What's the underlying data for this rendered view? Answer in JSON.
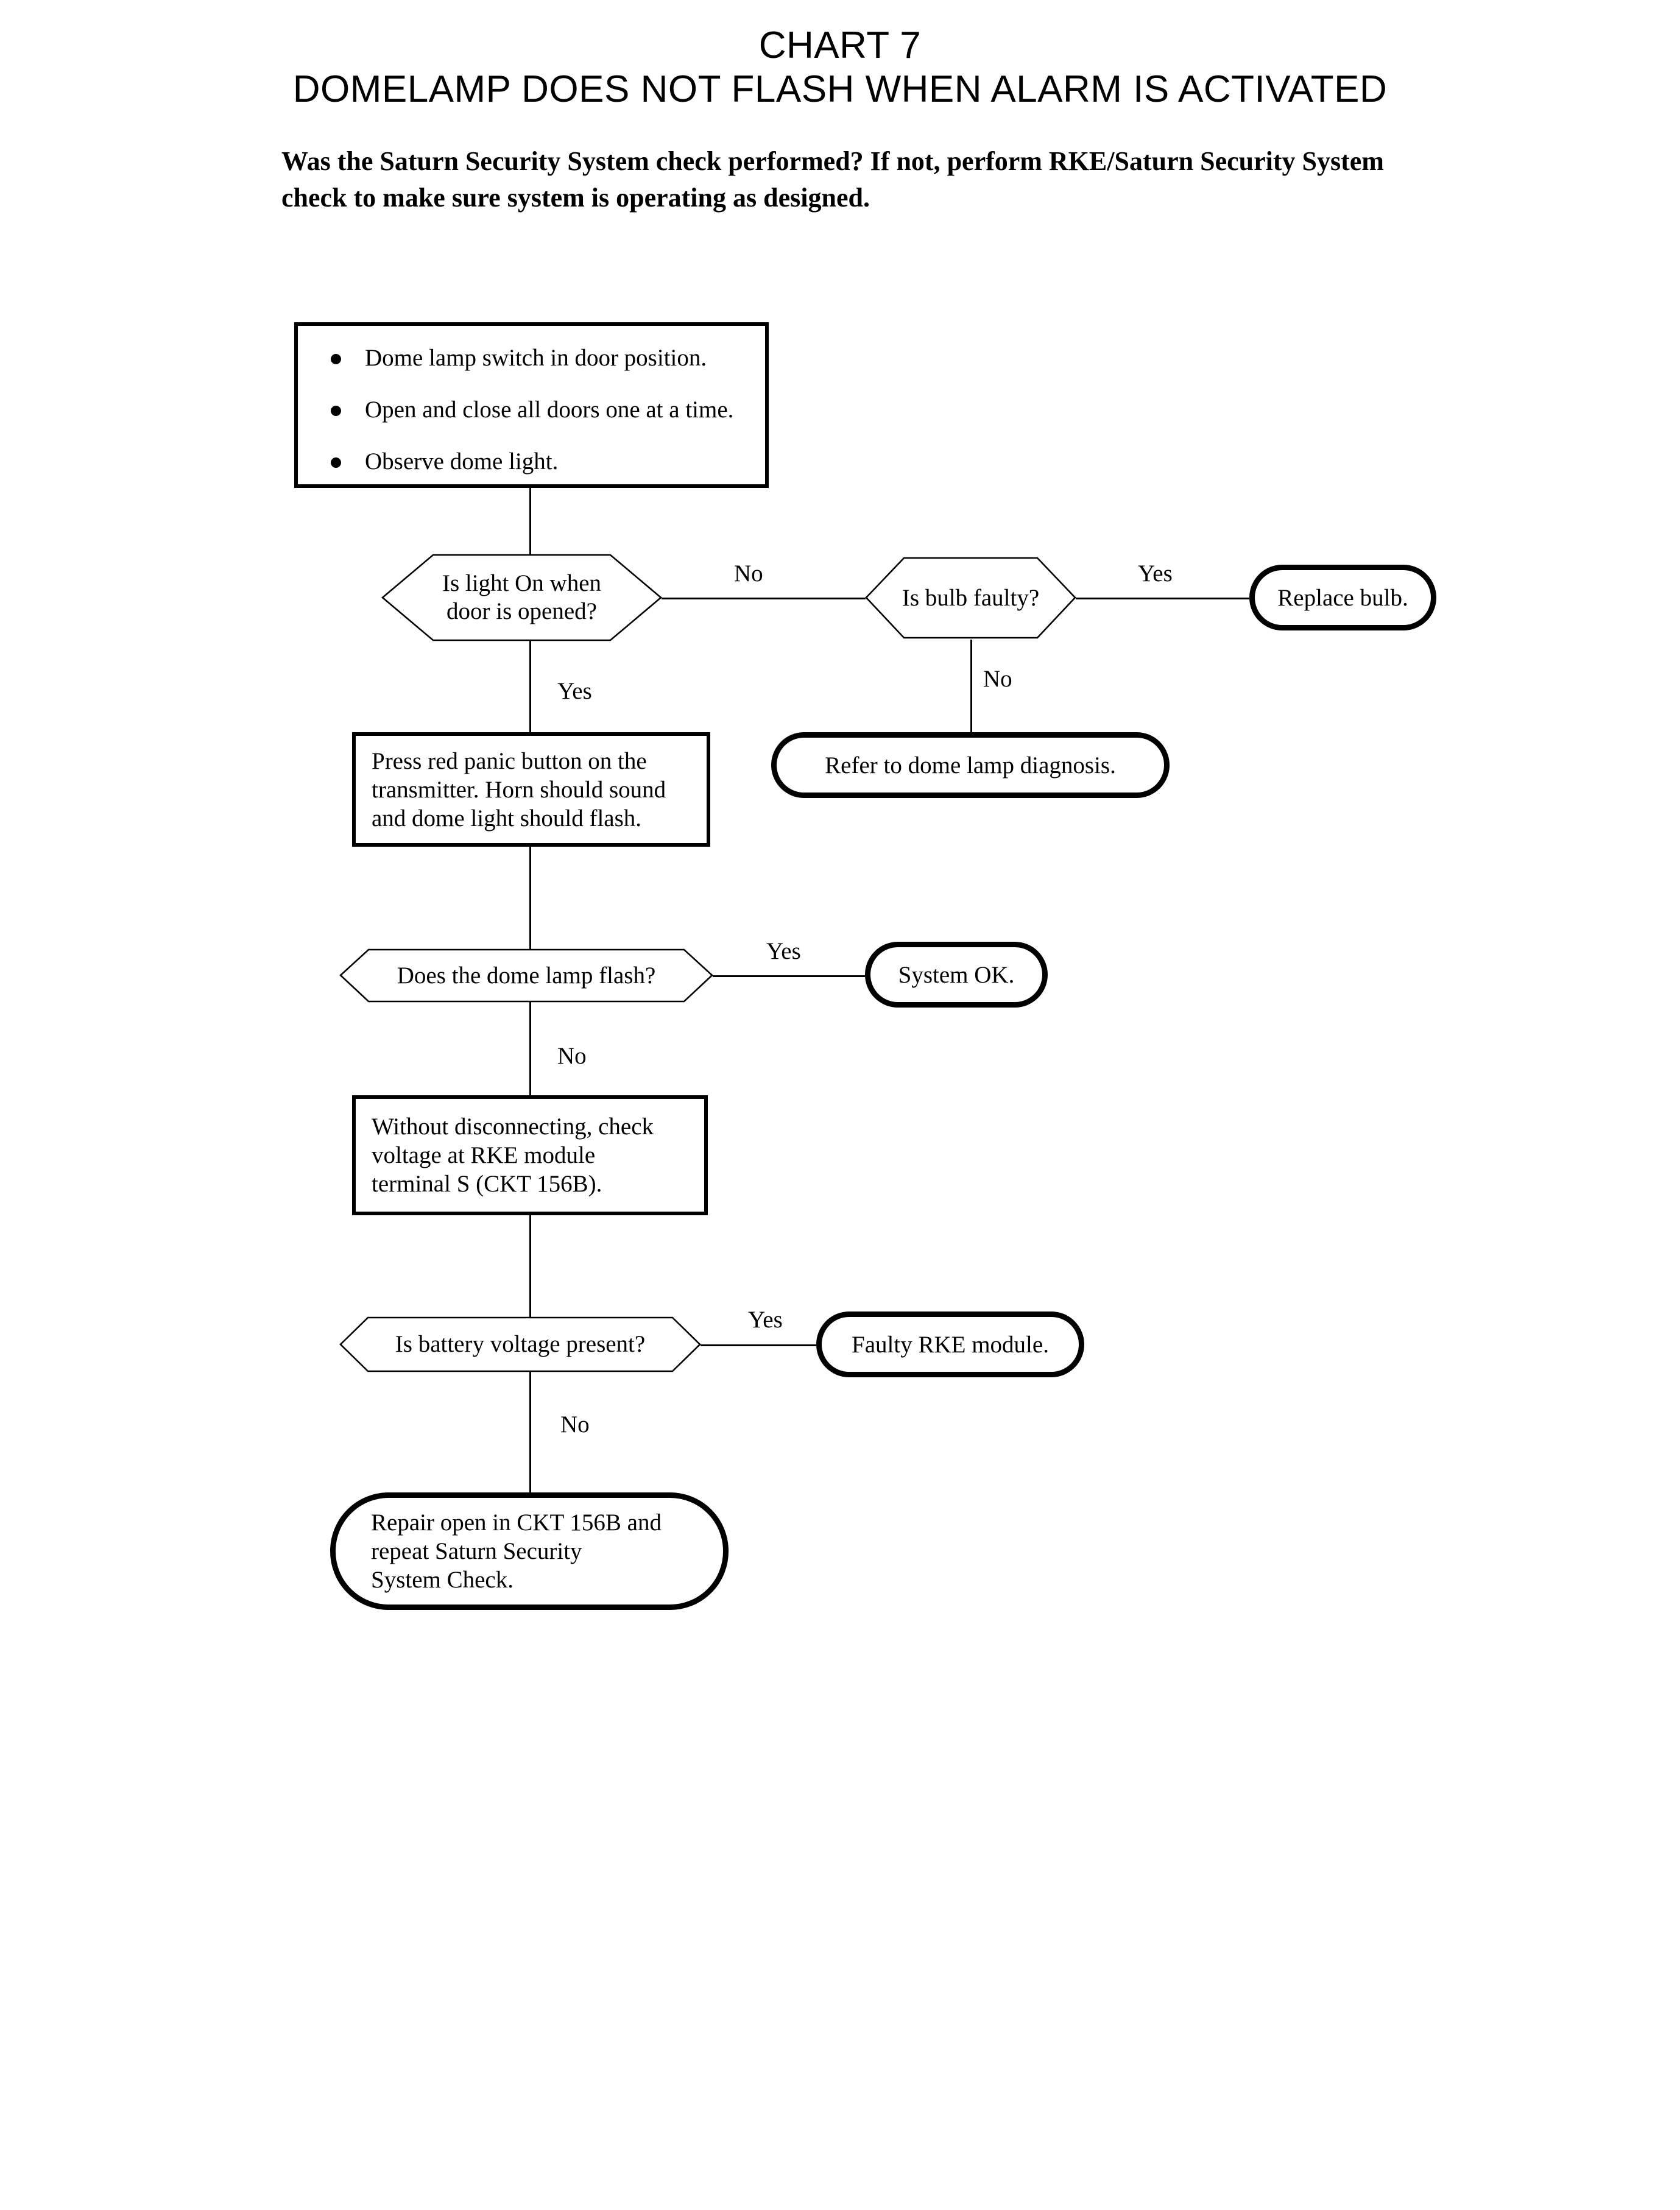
{
  "title": {
    "line1": "CHART 7",
    "line2": "DOMELAMP DOES NOT FLASH WHEN ALARM IS ACTIVATED"
  },
  "subtitle": "Was the Saturn Security System check performed?  If not, perform RKE/Saturn Security System check to make sure system is operating as designed.",
  "nodes": {
    "setup": {
      "type": "process-bullets",
      "items": [
        "Dome lamp switch in door position.",
        "Open and close all doors one at a time.",
        "Observe dome light."
      ]
    },
    "q_light_on": {
      "type": "decision",
      "text": "Is light On when\ndoor is opened?"
    },
    "q_bulb_faulty": {
      "type": "decision",
      "text": "Is bulb faulty?"
    },
    "replace_bulb": {
      "type": "terminator",
      "text": "Replace bulb."
    },
    "refer_dome_lamp": {
      "type": "terminator",
      "text": "Refer to dome lamp diagnosis."
    },
    "press_panic": {
      "type": "process",
      "text": "Press red panic button on the\ntransmitter. Horn should sound\nand dome light should flash."
    },
    "q_dome_flash": {
      "type": "decision",
      "text": "Does the dome lamp flash?"
    },
    "system_ok": {
      "type": "terminator",
      "text": "System OK."
    },
    "check_voltage": {
      "type": "process",
      "text": "Without disconnecting, check\nvoltage at RKE module\nterminal S (CKT 156B)."
    },
    "q_battery_voltage": {
      "type": "decision",
      "text": "Is battery voltage present?"
    },
    "faulty_rke": {
      "type": "terminator",
      "text": "Faulty RKE module."
    },
    "repair_open": {
      "type": "terminator",
      "text": "Repair open in CKT 156B and\nrepeat Saturn Security\nSystem Check."
    }
  },
  "edge_labels": {
    "light_on_no": "No",
    "light_on_yes": "Yes",
    "bulb_faulty_yes": "Yes",
    "bulb_faulty_no": "No",
    "dome_flash_yes": "Yes",
    "dome_flash_no": "No",
    "battery_yes": "Yes",
    "battery_no": "No"
  },
  "colors": {
    "line": "#000000",
    "background": "#ffffff"
  }
}
